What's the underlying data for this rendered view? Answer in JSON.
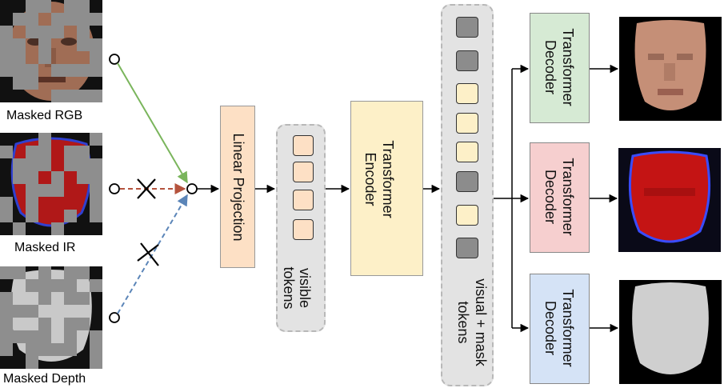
{
  "inputs": {
    "rgb_label": "Masked RGB",
    "ir_label": "Masked IR",
    "depth_label": "Masked Depth"
  },
  "blocks": {
    "linear_projection": "Linear Projection",
    "encoder_line1": "Transformer",
    "encoder_line2": "Encoder",
    "decoder_line1": "Transformer",
    "decoder_line2": "Decoder"
  },
  "token_groups": {
    "visible_line1": "visible",
    "visible_line2": "tokens",
    "all_line1": "visual + mask",
    "all_line2": "tokens"
  },
  "colors": {
    "rgb_arrow": "#7ab55c",
    "ir_arrow": "#b5533d",
    "depth_arrow": "#5b85b8",
    "projection_fill": "#fde0c5",
    "encoder_fill": "#fdf0c8",
    "decoder_rgb_fill": "#d6ead4",
    "decoder_ir_fill": "#f6cfcf",
    "decoder_depth_fill": "#d5e3f6"
  }
}
